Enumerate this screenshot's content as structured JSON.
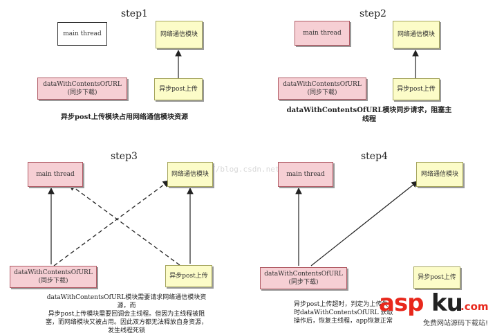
{
  "steps": {
    "s1": {
      "title": "step1",
      "main_thread": "main thread",
      "network_module": "网络通信模块",
      "data_with_contents_line1": "dataWithContentsOfURL",
      "data_with_contents_line2": "(同步下载)",
      "async_post": "异步post上传",
      "caption": "异步post上传模块占用网络通信模块资源"
    },
    "s2": {
      "title": "step2",
      "main_thread": "main thread",
      "network_module": "网络通信模块",
      "data_with_contents_line1": "dataWithContentsOfURL",
      "data_with_contents_line2": "(同步下载)",
      "async_post": "异步post上传",
      "caption_line1": "dataWithContentsOfURL模块同步请求，阻塞主",
      "caption_line2": "线程"
    },
    "s3": {
      "title": "step3",
      "main_thread": "main thread",
      "network_module": "网络通信模块",
      "data_with_contents_line1": "dataWithContentsOfURL",
      "data_with_contents_line2": "(同步下载)",
      "async_post": "异步post上传",
      "caption_line1": "dataWithContentsOfURL模块需要请求网络通信模块资源，而",
      "caption_line2": "异步post上传模块需要回调会主线程。但因为主线程被阻",
      "caption_line3": "塞，而网络模块又被占用。因此双方都无法释放自身资源，",
      "caption_line4": "发生线程死锁"
    },
    "s4": {
      "title": "step4",
      "main_thread": "main thread",
      "network_module": "网络通信模块",
      "data_with_contents_line1": "dataWithContentsOfURL",
      "data_with_contents_line2": "(同步下载)",
      "async_post": "异步post上传",
      "caption_line1": "异步post上传超时，判定为上传失",
      "caption_line2": "时dataWithContentsOfURL 获取",
      "caption_line3": "操作后，恢复主线程，app恢复正常"
    }
  },
  "watermark": "http://blog.csdn.net/",
  "logo": {
    "asp": "asp",
    "ku": "ku",
    "com": ".com",
    "tagline": "免费网站源码下载站!"
  },
  "colors": {
    "pink": "#f6cfd4",
    "yellow": "#fcfcc8",
    "logo_red": "#e8281c",
    "logo_black": "#222222"
  }
}
